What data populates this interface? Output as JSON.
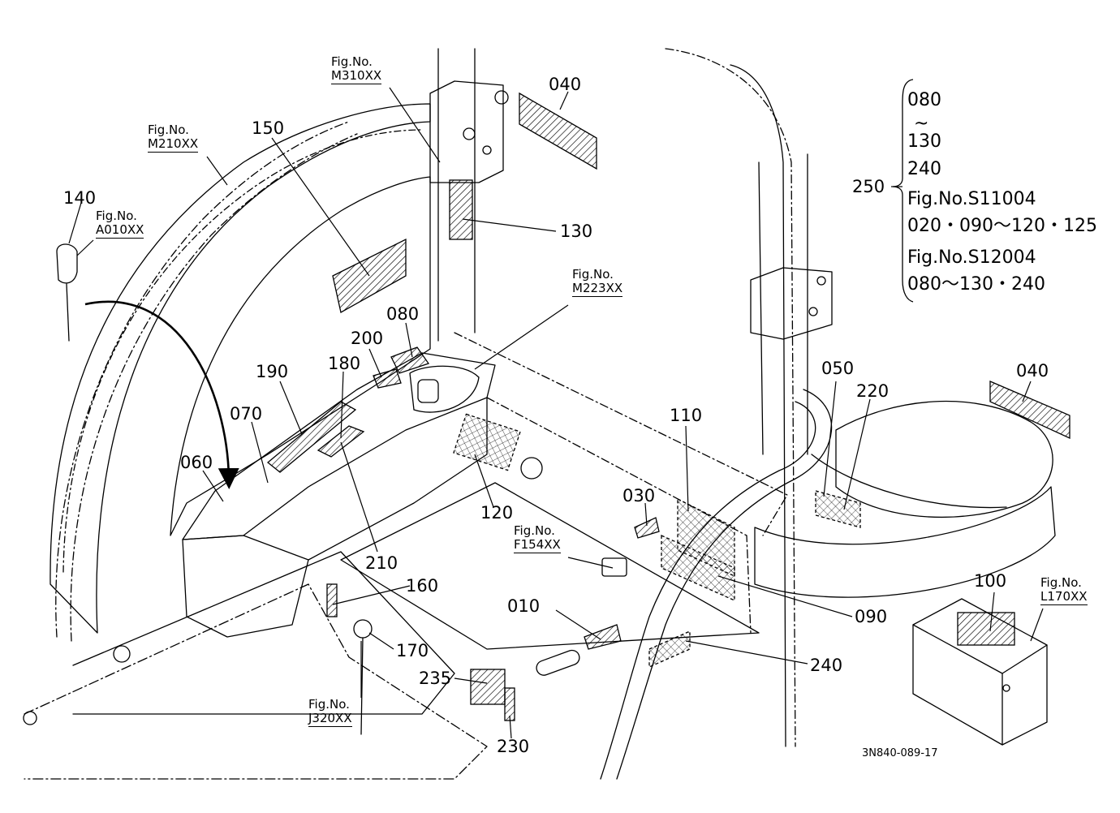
{
  "drawing_number": "3N840-089-17",
  "part_labels": {
    "p010": "010",
    "p030": "030",
    "p040a": "040",
    "p040b": "040",
    "p050": "050",
    "p060": "060",
    "p070": "070",
    "p080": "080",
    "p090": "090",
    "p100": "100",
    "p110": "110",
    "p120": "120",
    "p130": "130",
    "p140": "140",
    "p150": "150",
    "p160": "160",
    "p170": "170",
    "p180": "180",
    "p190": "190",
    "p200": "200",
    "p210": "210",
    "p220": "220",
    "p230": "230",
    "p235": "235",
    "p240": "240",
    "p250": "250"
  },
  "fig_refs": {
    "m310": {
      "caption": "Fig.No.",
      "ref": "M310XX"
    },
    "m210": {
      "caption": "Fig.No.",
      "ref": "M210XX"
    },
    "a010": {
      "caption": "Fig.No.",
      "ref": "A010XX"
    },
    "m223": {
      "caption": "Fig.No.",
      "ref": "M223XX"
    },
    "f154": {
      "caption": "Fig.No.",
      "ref": "F154XX"
    },
    "l170": {
      "caption": "Fig.No.",
      "ref": "L170XX"
    },
    "j320": {
      "caption": "Fig.No.",
      "ref": "J320XX"
    }
  },
  "set_note": {
    "l1": "080",
    "l2": "~",
    "l3": "130",
    "l4": "240",
    "l5": "Fig.No.S11004",
    "l6": "020・090～120・125",
    "l7": "Fig.No.S12004",
    "l8": "080～130・240"
  }
}
